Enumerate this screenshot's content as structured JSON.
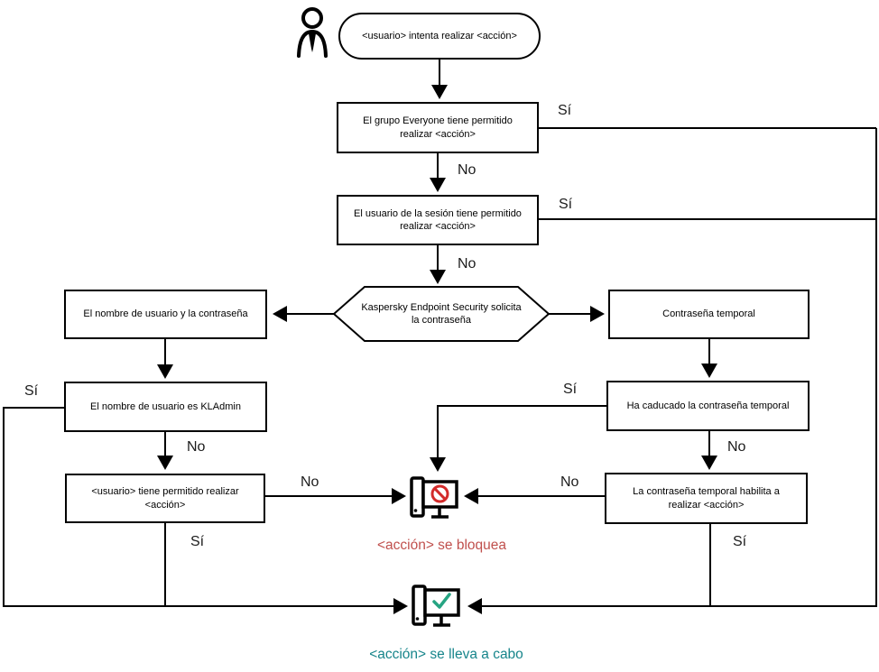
{
  "diagram": {
    "start_label": "<usuario> intenta realizar <acción>",
    "nodes": {
      "everyone": "El grupo Everyone tiene permitido realizar <acción>",
      "session_user": "El usuario de la sesión tiene permitido realizar <acción>",
      "kes_prompt": "Kaspersky Endpoint Security solicita la contraseña",
      "username_password": "El nombre de usuario y la contraseña",
      "temp_password": "Contraseña temporal",
      "kladmin": "El nombre de usuario es KLAdmin",
      "user_allowed": "<usuario> tiene permitido realizar <acción>",
      "temp_expired": "Ha caducado la contraseña temporal",
      "temp_enables": "La contraseña temporal habilita a realizar <acción>"
    },
    "edge_labels": {
      "everyone_yes": "Sí",
      "everyone_no": "No",
      "session_yes": "Sí",
      "session_no": "No",
      "kladmin_yes": "Sí",
      "kladmin_no": "No",
      "user_allowed_no": "No",
      "user_allowed_yes": "Sí",
      "temp_expired_yes": "Sí",
      "temp_expired_no": "No",
      "temp_enables_no": "No",
      "temp_enables_yes": "Sí"
    },
    "outcomes": {
      "blocked_label": "<acción> se bloquea",
      "performed_label": "<acción> se lleva a cabo"
    },
    "colors": {
      "line": "#000000",
      "box_border": "#000000",
      "blocked_text": "#c0504d",
      "prohibition_red": "#d32b2b",
      "performed_text": "#17858b",
      "check_green": "#26a482"
    },
    "icons": {
      "user": "user-icon",
      "blocked": "blocked-computer-icon",
      "performed": "allowed-computer-icon"
    }
  }
}
